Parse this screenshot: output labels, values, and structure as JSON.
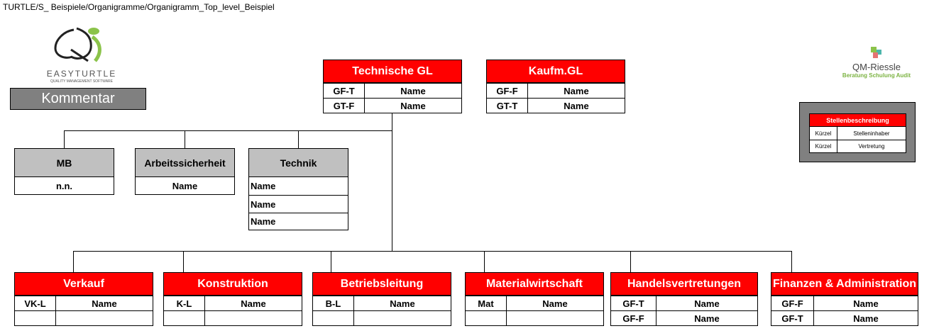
{
  "breadcrumb": "TURTLE/S_ Beispiele/Organigramme/Organigramm_Top_level_Beispiel",
  "logo_left": {
    "name": "EASYTURTLE",
    "tagline": "QUALITY MANAGEMENT SOFTWARE"
  },
  "logo_right": {
    "name": "QM-Riessle",
    "tagline": "Beratung Schulung Audit"
  },
  "comment_button": "Kommentar",
  "legend": {
    "title": "Stellenbeschreibung",
    "rows": [
      {
        "key": "Kürzel",
        "value": "Stelleninhaber"
      },
      {
        "key": "Kürzel",
        "value": "Vertretung"
      }
    ]
  },
  "top": [
    {
      "title": "Technische GL",
      "rows": [
        {
          "abbr": "GF-T",
          "name": "Name"
        },
        {
          "abbr": "GT-F",
          "name": "Name"
        }
      ]
    },
    {
      "title": "Kaufm.GL",
      "rows": [
        {
          "abbr": "GF-F",
          "name": "Name"
        },
        {
          "abbr": "GT-T",
          "name": "Name"
        }
      ]
    }
  ],
  "staff": [
    {
      "title": "MB",
      "rows": [
        "n.n."
      ]
    },
    {
      "title": "Arbeitssicherheit",
      "rows": [
        "Name"
      ]
    },
    {
      "title": "Technik",
      "rows": [
        "Name",
        "Name",
        "Name"
      ]
    }
  ],
  "departments": [
    {
      "title": "Verkauf",
      "rows": [
        {
          "abbr": "VK-L",
          "name": "Name"
        },
        {
          "abbr": "",
          "name": ""
        }
      ]
    },
    {
      "title": "Konstruktion",
      "rows": [
        {
          "abbr": "K-L",
          "name": "Name"
        },
        {
          "abbr": "",
          "name": ""
        }
      ]
    },
    {
      "title": "Betriebsleitung",
      "rows": [
        {
          "abbr": "B-L",
          "name": "Name"
        },
        {
          "abbr": "",
          "name": ""
        }
      ]
    },
    {
      "title": "Materialwirtschaft",
      "rows": [
        {
          "abbr": "Mat",
          "name": "Name"
        },
        {
          "abbr": "",
          "name": ""
        }
      ]
    },
    {
      "title": "Handelsvertretungen",
      "rows": [
        {
          "abbr": "GF-T",
          "name": "Name"
        },
        {
          "abbr": "GF-F",
          "name": "Name"
        }
      ]
    },
    {
      "title": "Finanzen & Administration",
      "rows": [
        {
          "abbr": "GF-F",
          "name": "Name"
        },
        {
          "abbr": "GF-T",
          "name": "Name"
        }
      ]
    }
  ]
}
